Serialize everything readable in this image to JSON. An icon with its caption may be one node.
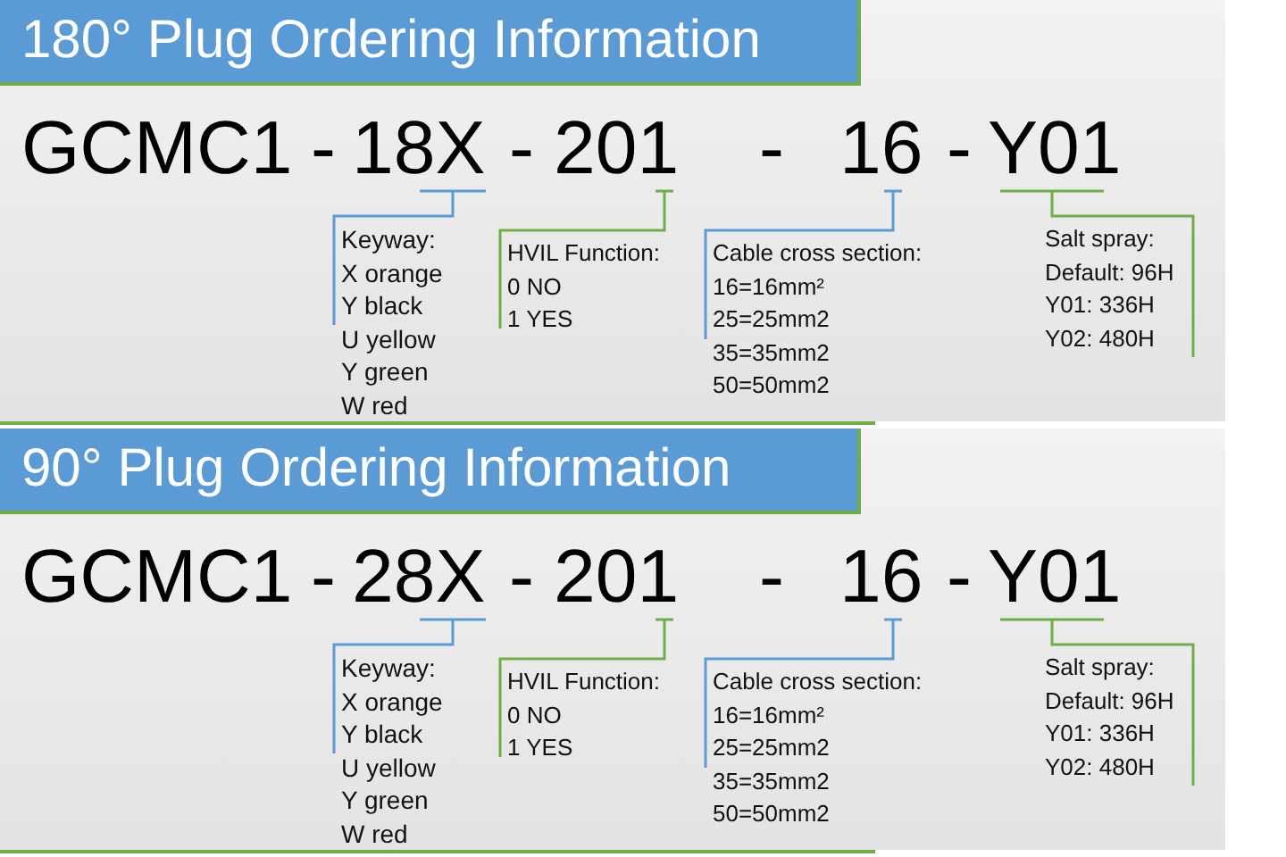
{
  "diagram": {
    "nodes": [
      {
        "text": [
          "180° Plug Ordering Information"
        ]
      },
      {
        "text": [
          "18X"
        ]
      },
      {
        "text": [
          "201"
        ]
      },
      {
        "text": [
          "16"
        ]
      },
      {
        "text": [
          "Y01"
        ]
      },
      {
        "text": [
          "Keyway:",
          "X orange",
          "Y black",
          "U yellow",
          "Y green",
          "W red"
        ]
      },
      {
        "text": [
          "HVIL Function:",
          "0 NO",
          "1 YES"
        ]
      },
      {
        "text": [
          "Cable cross section:",
          "16=16mm²",
          "25=25mm2",
          "35=35mm2",
          "50=50mm2"
        ]
      },
      {
        "text": [
          "Salt spray:",
          "Default: 96H",
          "Y01: 336H",
          "Y02: 480H"
        ]
      },
      {
        "text": [
          "90° Plug Ordering Information"
        ]
      },
      {
        "text": [
          "28X"
        ]
      },
      {
        "text": [
          "201"
        ]
      },
      {
        "text": [
          "16"
        ]
      },
      {
        "text": [
          "Y01"
        ]
      },
      {
        "text": [
          "Keyway:",
          "X orange",
          "Y black",
          "U yellow",
          "Y green",
          "W red"
        ]
      },
      {
        "text": [
          "HVIL Function:",
          "0 NO",
          "1 YES"
        ]
      },
      {
        "text": [
          "Cable cross section:",
          "16=16mm²",
          "25=25mm2",
          "35=35mm2",
          "50=50mm2"
        ]
      },
      {
        "text": [
          "Salt spray:",
          "Default: 96H",
          "Y01: 336H",
          "Y02: 480H"
        ]
      }
    ],
    "edges": [
      {
        "from": 1,
        "to": 5,
        "arrow": "none",
        "color": "#5b9bd5"
      },
      {
        "from": 2,
        "to": 6,
        "arrow": "none",
        "color": "#70ad47"
      },
      {
        "from": 3,
        "to": 7,
        "arrow": "none",
        "color": "#5b9bd5"
      },
      {
        "from": 4,
        "to": 8,
        "arrow": "none",
        "color": "#70ad47"
      },
      {
        "from": 10,
        "to": 14,
        "arrow": "none",
        "color": "#5b9bd5"
      },
      {
        "from": 11,
        "to": 15,
        "arrow": "none",
        "color": "#70ad47"
      },
      {
        "from": 12,
        "to": 16,
        "arrow": "none",
        "color": "#5b9bd5"
      },
      {
        "from": 13,
        "to": 17,
        "arrow": "none",
        "color": "#70ad47"
      }
    ],
    "labels": [
      "GCMC1",
      "-",
      "-",
      "-",
      "-",
      "GCMC1",
      "-",
      "-",
      "-",
      "-"
    ]
  }
}
